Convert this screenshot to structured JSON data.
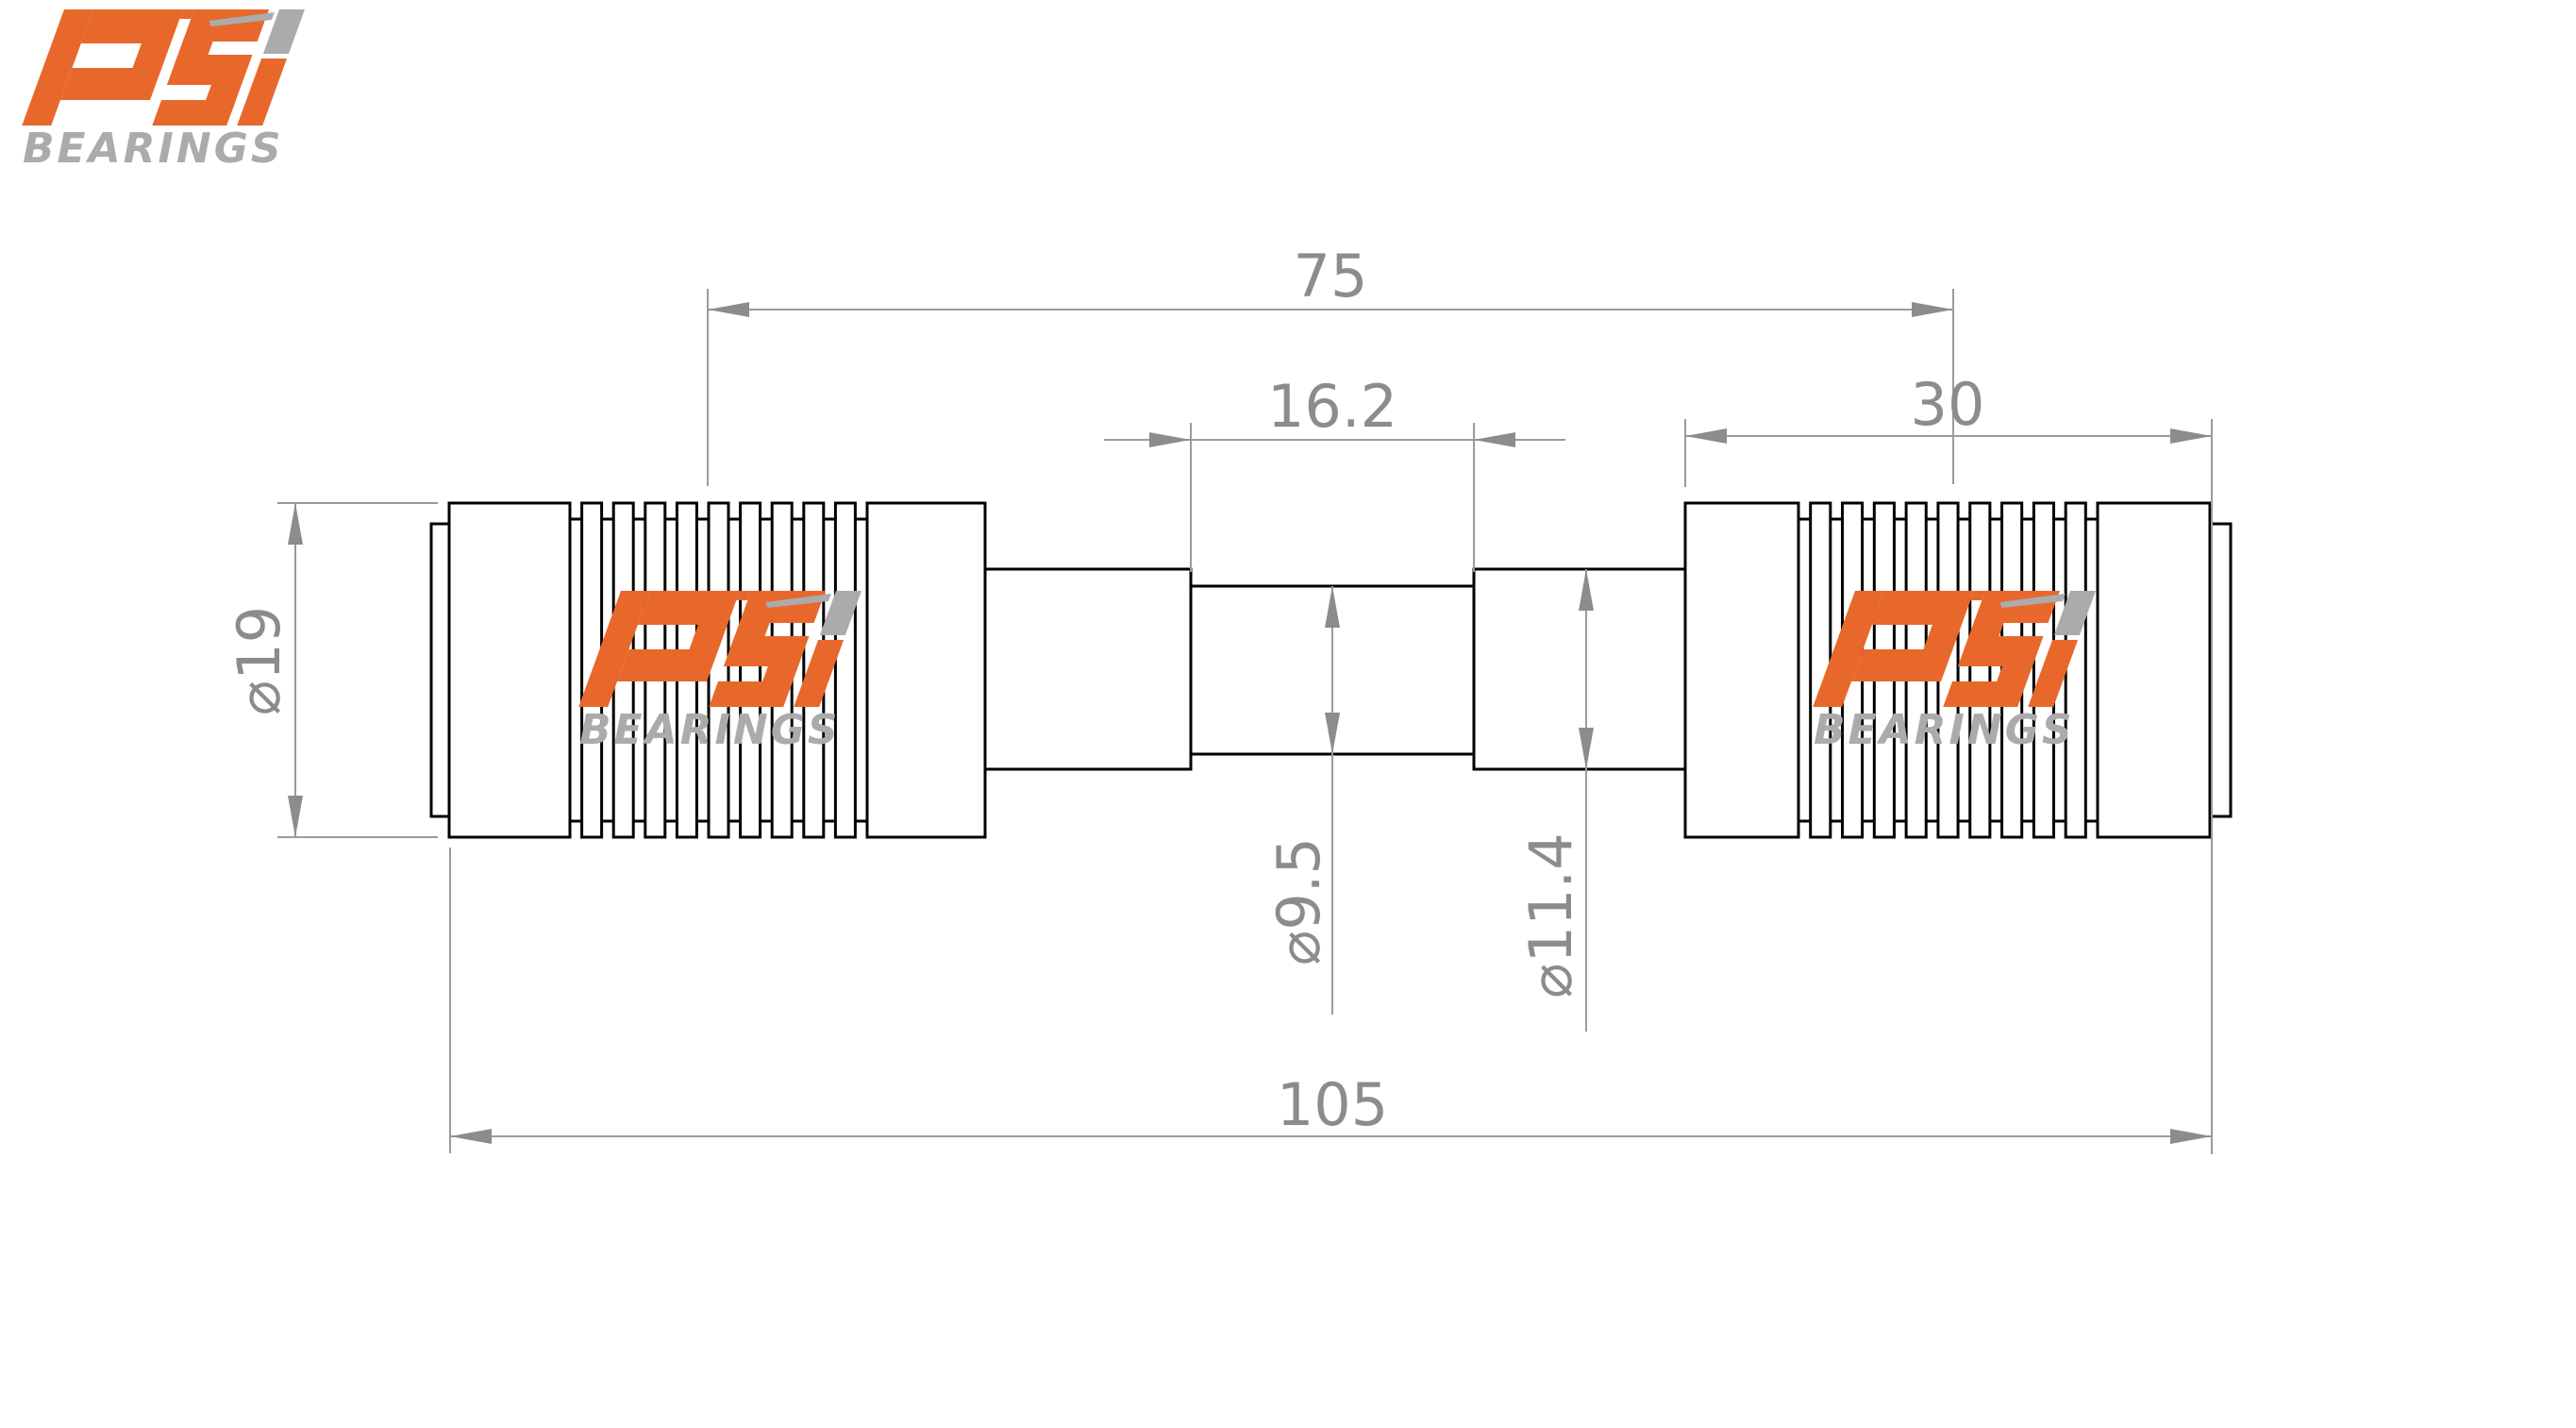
{
  "document": {
    "background": "#ffffff"
  },
  "brand": {
    "name": "PSI",
    "sub": "BEARINGS",
    "orange": "#E8682C",
    "gray": "#ABABAB"
  },
  "drawing": {
    "stroke_color": "#000000",
    "dim_text_color": "#8C8C8C",
    "dim_line_color": "#9B9B9B",
    "dimensions": {
      "center_distance": {
        "label": "75"
      },
      "mid_section_length": {
        "label": "16.2"
      },
      "block_length": {
        "label": "30"
      },
      "overall_length": {
        "label": "105"
      },
      "outer_diameter": {
        "label": "⌀19"
      },
      "mid_shaft_diameter": {
        "label": "⌀9.5"
      },
      "shaft_diameter": {
        "label": "⌀11.4"
      }
    }
  }
}
